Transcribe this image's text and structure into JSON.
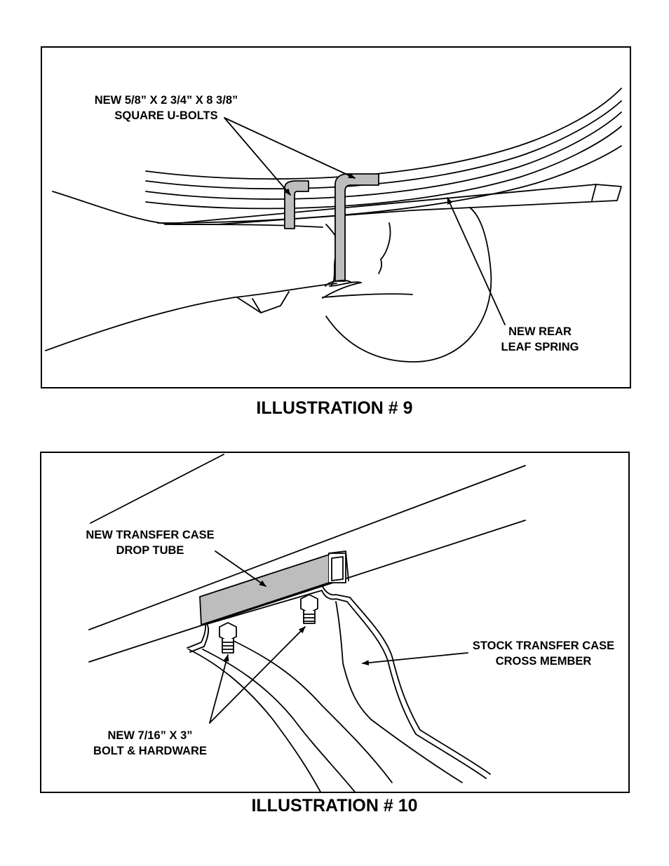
{
  "illustration9": {
    "caption": "ILLUSTRATION # 9",
    "callouts": {
      "ubolts_line1": "NEW 5/8” X 2 3/4” X 8 3/8”",
      "ubolts_line2": "SQUARE U-BOLTS",
      "spring_line1": "NEW REAR",
      "spring_line2": "LEAF SPRING"
    }
  },
  "illustration10": {
    "caption": "ILLUSTRATION # 10",
    "callouts": {
      "tube_line1": "NEW TRANSFER CASE",
      "tube_line2": "DROP TUBE",
      "crossmember_line1": "STOCK TRANSFER CASE",
      "crossmember_line2": "CROSS MEMBER",
      "bolt_line1": "NEW 7/16” X 3”",
      "bolt_line2": "BOLT & HARDWARE"
    }
  }
}
